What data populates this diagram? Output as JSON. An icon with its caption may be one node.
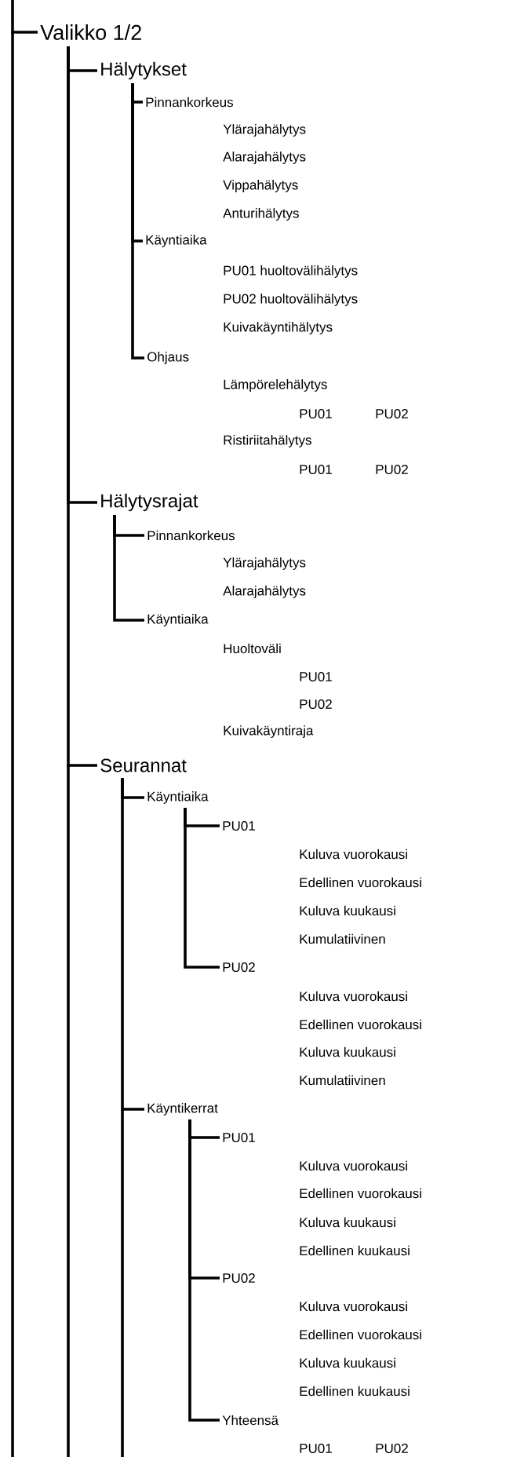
{
  "diagram": {
    "nodes": [
      {
        "text": [
          "Valikko 1/2"
        ]
      },
      {
        "text": [
          "Hälytykset"
        ]
      },
      {
        "text": [
          "Pinnankorkeus"
        ]
      },
      {
        "text": [
          "Käyntiaika"
        ]
      },
      {
        "text": [
          "Ohjaus"
        ]
      },
      {
        "text": [
          "Hälytysrajat"
        ]
      },
      {
        "text": [
          "Pinnankorkeus"
        ]
      },
      {
        "text": [
          "Käyntiaika"
        ]
      },
      {
        "text": [
          "Seurannat"
        ]
      },
      {
        "text": [
          "Käyntiaika"
        ]
      },
      {
        "text": [
          "PU01"
        ]
      },
      {
        "text": [
          "PU02"
        ]
      },
      {
        "text": [
          "Käyntikerrat"
        ]
      },
      {
        "text": [
          "PU01"
        ]
      },
      {
        "text": [
          "PU02"
        ]
      },
      {
        "text": [
          "Yhteensä"
        ]
      }
    ],
    "edges": [
      {
        "from": null,
        "to": 0,
        "arrow": "none"
      },
      {
        "from": 0,
        "to": 1,
        "arrow": "none"
      },
      {
        "from": 0,
        "to": 5,
        "arrow": "none"
      },
      {
        "from": 0,
        "to": 8,
        "arrow": "none"
      },
      {
        "from": 1,
        "to": 2,
        "arrow": "none"
      },
      {
        "from": 1,
        "to": 3,
        "arrow": "none"
      },
      {
        "from": 1,
        "to": 4,
        "arrow": "none"
      },
      {
        "from": 5,
        "to": 6,
        "arrow": "none"
      },
      {
        "from": 5,
        "to": 7,
        "arrow": "none"
      },
      {
        "from": 8,
        "to": 9,
        "arrow": "none"
      },
      {
        "from": 8,
        "to": 12,
        "arrow": "none"
      },
      {
        "from": 9,
        "to": 10,
        "arrow": "none"
      },
      {
        "from": 9,
        "to": 11,
        "arrow": "none"
      },
      {
        "from": 12,
        "to": 13,
        "arrow": "none"
      },
      {
        "from": 12,
        "to": 14,
        "arrow": "none"
      },
      {
        "from": 12,
        "to": 15,
        "arrow": "none"
      }
    ],
    "labels": [
      "Ylärajahälytys",
      "Alarajahälytys",
      "Vippahälytys",
      "Anturihälytys",
      "PU01 huoltovälihälytys",
      "PU02 huoltovälihälytys",
      "Kuivakäyntihälytys",
      "Lämpörelehälytys",
      "PU01",
      "PU02",
      "Ristiriitahälytys",
      "PU01",
      "PU02",
      "Ylärajahälytys",
      "Alarajahälytys",
      "Huoltoväli",
      "PU01",
      "PU02",
      "Kuivakäyntiraja",
      "Kuluva vuorokausi",
      "Edellinen vuorokausi",
      "Kuluva kuukausi",
      "Kumulatiivinen",
      "Kuluva vuorokausi",
      "Edellinen vuorokausi",
      "Kuluva kuukausi",
      "Kumulatiivinen",
      "Kuluva vuorokausi",
      "Edellinen vuorokausi",
      "Kuluva kuukausi",
      "Edellinen kuukausi",
      "Kuluva vuorokausi",
      "Edellinen vuorokausi",
      "Kuluva kuukausi",
      "Edellinen kuukausi",
      "PU01",
      "PU02"
    ]
  }
}
